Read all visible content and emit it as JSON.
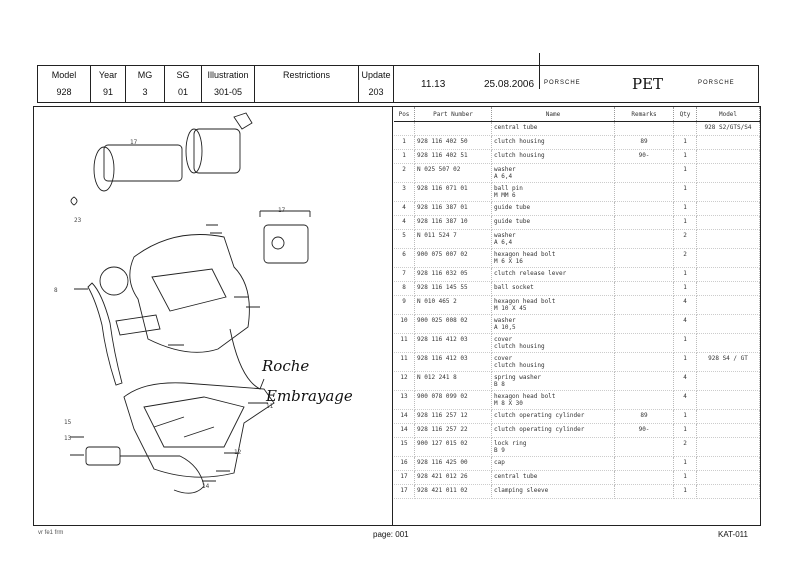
{
  "header": {
    "model_label": "Model",
    "model": "928",
    "year_label": "Year",
    "year": "91",
    "mg_label": "MG",
    "mg": "3",
    "sg_label": "SG",
    "sg": "01",
    "illustration_label": "Illustration",
    "illustration": "301-05",
    "restrictions_label": "Restrictions",
    "restrictions": "",
    "update_label": "Update",
    "update": "203",
    "version": "11.13",
    "date": "25.08.2006",
    "brand_left": "PORSCHE",
    "pet": "PET",
    "brand_right": "PORSCHE"
  },
  "parts_table": {
    "columns": [
      "Pos",
      "Part Number",
      "Name",
      "Remarks",
      "Qty",
      "Model"
    ],
    "rows": [
      {
        "pos": "",
        "part": "",
        "name": "central tube",
        "remarks": "",
        "qty": "",
        "model": "928 S2/GTS/S4"
      },
      {
        "pos": "1",
        "part": "928 116 402 50",
        "name": "clutch housing",
        "remarks": "89",
        "qty": "1",
        "model": ""
      },
      {
        "pos": "1",
        "part": "928 116 402 51",
        "name": "clutch housing",
        "remarks": "90-",
        "qty": "1",
        "model": ""
      },
      {
        "pos": "2",
        "part": "N 025 507 02",
        "name": "washer",
        "name2": "A 6,4",
        "remarks": "",
        "qty": "1",
        "model": ""
      },
      {
        "pos": "3",
        "part": "928 116 071 01",
        "name": "ball pin",
        "name2": "M MM 6",
        "remarks": "",
        "qty": "1",
        "model": ""
      },
      {
        "pos": "4",
        "part": "928 116 387 01",
        "name": "guide tube",
        "remarks": "",
        "qty": "1",
        "model": ""
      },
      {
        "pos": "4",
        "part": "928 116 387 10",
        "name": "guide tube",
        "remarks": "",
        "qty": "1",
        "model": ""
      },
      {
        "pos": "5",
        "part": "N 011 524 7",
        "name": "washer",
        "name2": "A 6,4",
        "remarks": "",
        "qty": "2",
        "model": ""
      },
      {
        "pos": "6",
        "part": "900 075 007 02",
        "name": "hexagon head bolt",
        "name2": "M 6 X 16",
        "remarks": "",
        "qty": "2",
        "model": ""
      },
      {
        "pos": "7",
        "part": "928 116 032 05",
        "name": "clutch release lever",
        "remarks": "",
        "qty": "1",
        "model": ""
      },
      {
        "pos": "8",
        "part": "928 116 145 55",
        "name": "ball socket",
        "remarks": "",
        "qty": "1",
        "model": ""
      },
      {
        "pos": "9",
        "part": "N 010 465 2",
        "name": "hexagon head bolt",
        "name2": "M 10 X 45",
        "remarks": "",
        "qty": "4",
        "model": ""
      },
      {
        "pos": "10",
        "part": "900 025 008 02",
        "name": "washer",
        "name2": "A 10,5",
        "remarks": "",
        "qty": "4",
        "model": ""
      },
      {
        "pos": "11",
        "part": "928 116 412 03",
        "name": "cover",
        "name2": "clutch housing",
        "remarks": "",
        "qty": "1",
        "model": ""
      },
      {
        "pos": "11",
        "part": "928 116 412 03",
        "name": "cover",
        "name2": "clutch housing",
        "remarks": "",
        "qty": "1",
        "model": "928 S4 / GT"
      },
      {
        "pos": "12",
        "part": "N 012 241 8",
        "name": "spring washer",
        "name2": "B 8",
        "remarks": "",
        "qty": "4",
        "model": ""
      },
      {
        "pos": "13",
        "part": "900 078 099 02",
        "name": "hexagon head bolt",
        "name2": "M 8 X 30",
        "remarks": "",
        "qty": "4",
        "model": ""
      },
      {
        "pos": "14",
        "part": "928 116 257 12",
        "name": "clutch operating cylinder",
        "remarks": "89",
        "qty": "1",
        "model": ""
      },
      {
        "pos": "14",
        "part": "928 116 257 22",
        "name": "clutch operating cylinder",
        "remarks": "90-",
        "qty": "1",
        "model": ""
      },
      {
        "pos": "15",
        "part": "900 127 015 02",
        "name": "lock ring",
        "name2": "B 9",
        "remarks": "",
        "qty": "2",
        "model": ""
      },
      {
        "pos": "16",
        "part": "928 116 425 00",
        "name": "cap",
        "remarks": "",
        "qty": "1",
        "model": ""
      },
      {
        "pos": "17",
        "part": "928 421 012 26",
        "name": "central tube",
        "remarks": "",
        "qty": "1",
        "model": ""
      },
      {
        "pos": "17",
        "part": "928 421 011 02",
        "name": "clamping sleeve",
        "remarks": "",
        "qty": "1",
        "model": ""
      }
    ]
  },
  "annotation": {
    "line1": "Roche",
    "line2": "Embrayage"
  },
  "footer": {
    "left": "vr fe1 frm",
    "center": "page: 001",
    "right": "KAT-011"
  }
}
